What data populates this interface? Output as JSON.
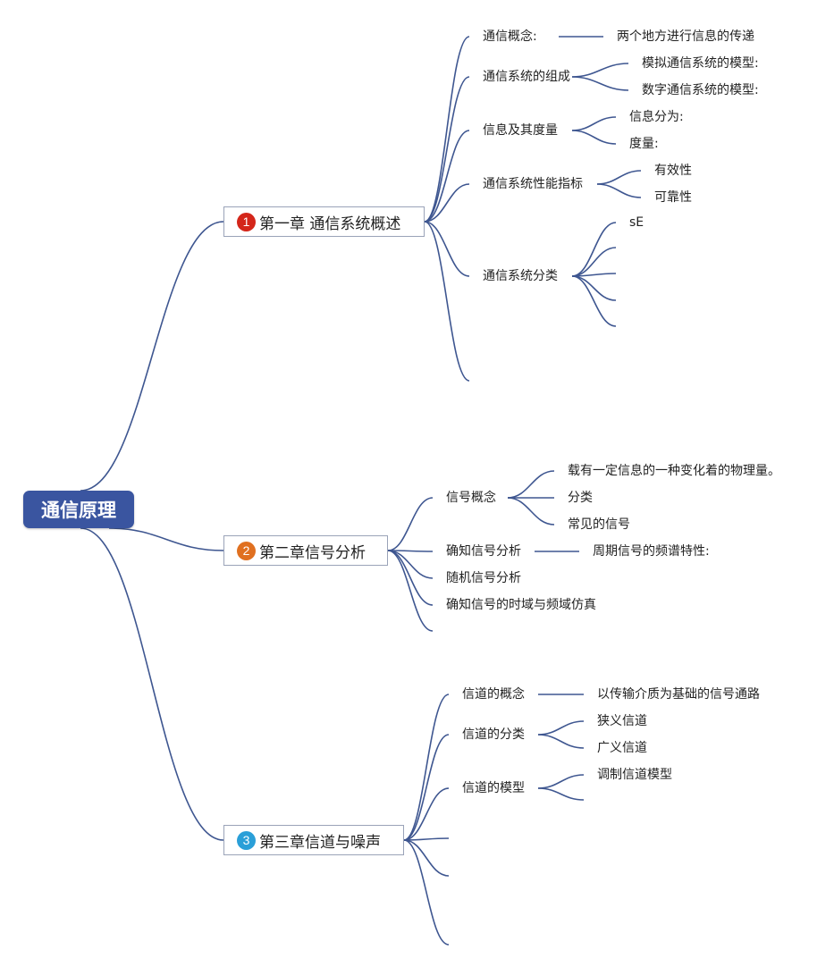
{
  "root": {
    "label": "通信原理"
  },
  "chapters": [
    {
      "number": "1",
      "color": "#d4261a",
      "label": "第一章 通信系统概述",
      "topics": [
        {
          "label": "通信概念:",
          "children": [
            "两个地方进行信息的传递"
          ]
        },
        {
          "label": "通信系统的组成",
          "children": [
            "模拟通信系统的模型:",
            "数字通信系统的模型:"
          ]
        },
        {
          "label": "信息及其度量",
          "children": [
            "信息分为:",
            "度量:"
          ]
        },
        {
          "label": "通信系统性能指标",
          "children": [
            "有效性",
            "可靠性"
          ]
        },
        {
          "label": "通信系统分类",
          "children": [
            "sE",
            "",
            "",
            "",
            ""
          ]
        },
        {
          "label": "",
          "children": []
        }
      ]
    },
    {
      "number": "2",
      "color": "#e07020",
      "label": "第二章信号分析",
      "topics": [
        {
          "label": "信号概念",
          "children": [
            "载有一定信息的一种变化着的物理量。",
            "分类",
            "常见的信号"
          ]
        },
        {
          "label": "确知信号分析",
          "children": [
            "周期信号的频谱特性:"
          ]
        },
        {
          "label": "随机信号分析",
          "children": []
        },
        {
          "label": "确知信号的时域与频域仿真",
          "children": []
        },
        {
          "label": "",
          "children": []
        }
      ]
    },
    {
      "number": "3",
      "color": "#2a9fd8",
      "label": "第三章信道与噪声",
      "topics": [
        {
          "label": "信道的概念",
          "children": [
            "以传输介质为基础的信号通路"
          ]
        },
        {
          "label": "信道的分类",
          "children": [
            "狭义信道",
            "广义信道"
          ]
        },
        {
          "label": "信道的模型",
          "children": [
            "调制信道模型",
            ""
          ]
        },
        {
          "label": "",
          "children": []
        },
        {
          "label": "",
          "children": []
        },
        {
          "label": "",
          "children": []
        }
      ]
    }
  ],
  "colors": {
    "line": "#3e5690",
    "root_bg": "#3a55a0",
    "chapter_border": "#9aa3b8"
  }
}
